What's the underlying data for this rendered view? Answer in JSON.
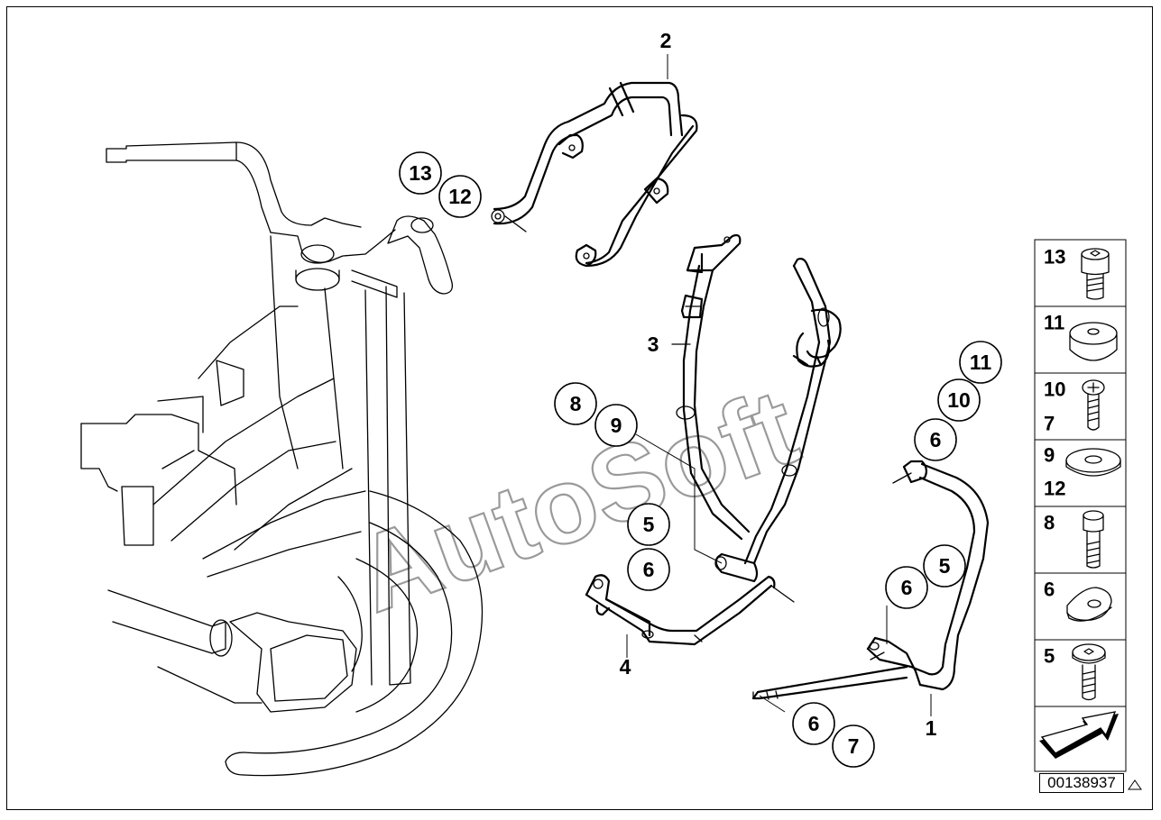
{
  "watermark": "AutoSoft",
  "diagram_id": "00138937",
  "callouts": {
    "c13": "13",
    "c12": "12",
    "c8": "8",
    "c9": "9",
    "c5a": "5",
    "c6a": "6",
    "c11": "11",
    "c10": "10",
    "c6b": "6",
    "c5b": "5",
    "c6c": "6",
    "c6d": "6",
    "c7": "7"
  },
  "part_labels": {
    "p2": "2",
    "p3": "3",
    "p4": "4",
    "p1": "1"
  },
  "legend": [
    {
      "top": "13",
      "bottom": "",
      "icon": "socket-cap-bolt-icon"
    },
    {
      "top": "11",
      "bottom": "",
      "icon": "rubber-grommet-icon"
    },
    {
      "top": "10",
      "bottom": "7",
      "icon": "phillips-screw-icon"
    },
    {
      "top": "9",
      "bottom": "12",
      "icon": "washer-icon"
    },
    {
      "top": "8",
      "bottom": "",
      "icon": "long-cap-bolt-icon"
    },
    {
      "top": "6",
      "bottom": "",
      "icon": "tab-washer-icon"
    },
    {
      "top": "5",
      "bottom": "",
      "icon": "button-head-bolt-icon"
    },
    {
      "top": "",
      "bottom": "",
      "icon": "direction-arrow-icon"
    }
  ]
}
